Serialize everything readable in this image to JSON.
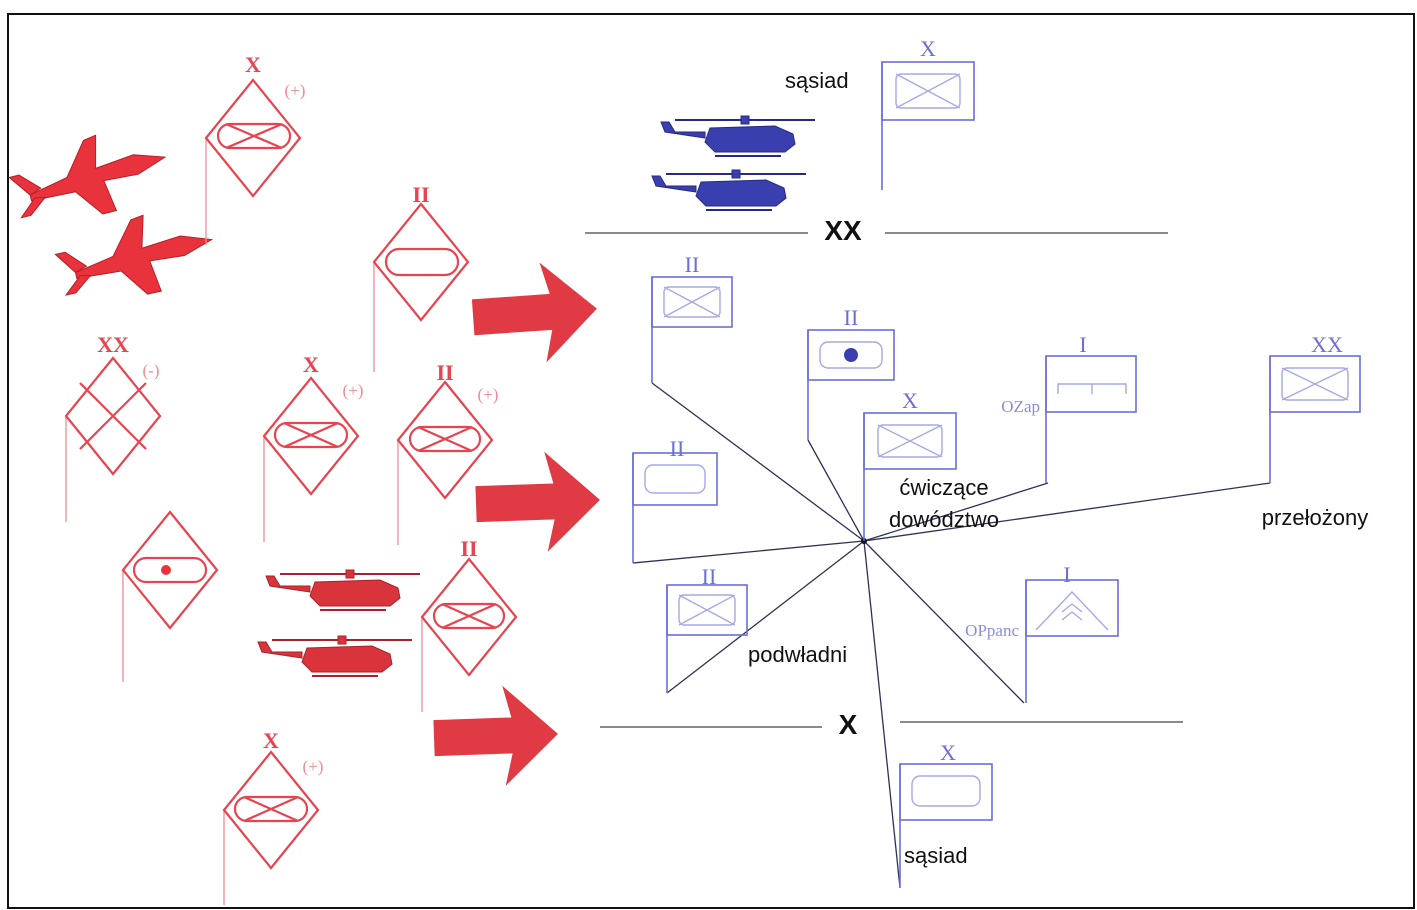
{
  "colors": {
    "enemy": "#e8434f",
    "friendly": "#6b6fd6",
    "arrow": "#e03a44"
  },
  "labels": {
    "neighbor_top": "sąsiad",
    "neighbor_bottom": "sąsiad",
    "exercising_1": "ćwiczące",
    "exercising_2": "dowództwo",
    "superior": "przełożony",
    "subordinates": "podwładni",
    "ozap": "OZap",
    "oppanc": "OPpanc"
  },
  "boundaries": {
    "upper": "XX",
    "lower": "X"
  },
  "enemy_echelons": {
    "bde_top": "X",
    "bn_top": "II",
    "div_left": "XX",
    "bde_mid": "X",
    "bn_mid": "II",
    "bn_low": "II",
    "bde_bottom": "X"
  },
  "enemy_modifiers": {
    "bde_top": "(+)",
    "div_left": "(-)",
    "bde_mid": "(+)",
    "bn_mid": "(+)",
    "bde_bottom": "(+)"
  },
  "friendly_echelons": {
    "neighbor_top": "X",
    "bn_a": "II",
    "bn_b": "II",
    "hq": "X",
    "ozap": "I",
    "superior": "XX",
    "bn_c": "II",
    "bn_d": "II",
    "oppanc": "I",
    "neighbor_bottom": "X"
  },
  "icons": [
    "fighter-jet-icon",
    "attack-helicopter-icon",
    "transport-helicopter-icon",
    "attack-arrow-icon"
  ]
}
